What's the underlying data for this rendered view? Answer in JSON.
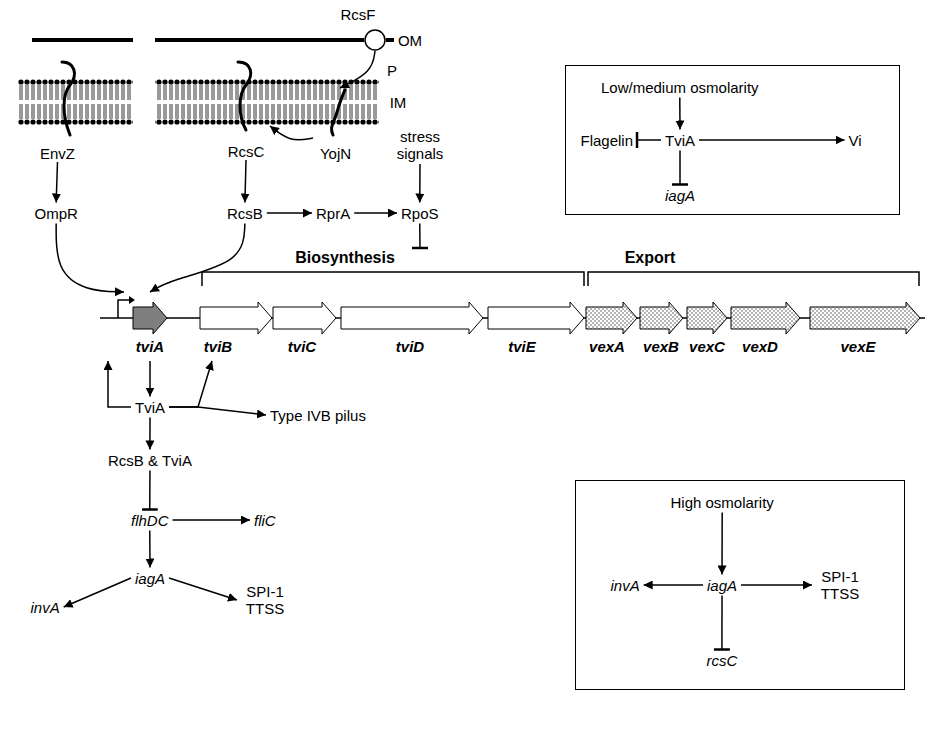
{
  "diagram": {
    "nodes": [
      {
        "text": [
          "RcsF"
        ]
      },
      {
        "text": [
          "EnvZ"
        ]
      },
      {
        "text": [
          "RcsC"
        ]
      },
      {
        "text": [
          "YojN"
        ]
      },
      {
        "text": [
          "stress signals"
        ]
      },
      {
        "text": [
          "OmpR"
        ]
      },
      {
        "text": [
          "RcsB"
        ]
      },
      {
        "text": [
          "RprA"
        ]
      },
      {
        "text": [
          "RpoS"
        ]
      },
      {
        "text": [
          "Biosynthesis"
        ]
      },
      {
        "text": [
          "Export"
        ]
      },
      {
        "text": [
          "tviA"
        ]
      },
      {
        "text": [
          "tviB"
        ]
      },
      {
        "text": [
          "tviC"
        ]
      },
      {
        "text": [
          "tviD"
        ]
      },
      {
        "text": [
          "tviE"
        ]
      },
      {
        "text": [
          "vexA"
        ]
      },
      {
        "text": [
          "vexB"
        ]
      },
      {
        "text": [
          "vexC"
        ]
      },
      {
        "text": [
          "vexD"
        ]
      },
      {
        "text": [
          "vexE"
        ]
      },
      {
        "text": [
          "TviA"
        ]
      },
      {
        "text": [
          "Type IVB pilus"
        ]
      },
      {
        "text": [
          "RcsB & TviA"
        ]
      },
      {
        "text": [
          "flhDC"
        ]
      },
      {
        "text": [
          "fliC"
        ]
      },
      {
        "text": [
          "invA"
        ]
      },
      {
        "text": [
          "iagA"
        ]
      },
      {
        "text": [
          "SPI-1 TTSS"
        ]
      },
      {
        "text": []
      },
      {
        "text": [
          "Low/medium osmolarity"
        ],
        "in": 29
      },
      {
        "text": [
          "Flagelin"
        ],
        "in": 29
      },
      {
        "text": [
          "TviA"
        ],
        "in": 29
      },
      {
        "text": [
          "Vi"
        ],
        "in": 29
      },
      {
        "text": [
          "iagA"
        ],
        "in": 29
      },
      {
        "text": []
      },
      {
        "text": [
          "High osmolarity"
        ],
        "in": 35
      },
      {
        "text": [
          "invA"
        ],
        "in": 35
      },
      {
        "text": [
          "iagA"
        ],
        "in": 35
      },
      {
        "text": [
          "SPI-1 TTSS"
        ],
        "in": 35
      },
      {
        "text": [
          "rcsC"
        ],
        "in": 35
      }
    ],
    "edges": [
      {
        "from": 0,
        "to": 3,
        "arrow": "to"
      },
      {
        "from": 3,
        "to": 2,
        "arrow": "to"
      },
      {
        "from": 1,
        "to": 5,
        "arrow": "to"
      },
      {
        "from": 2,
        "to": 6,
        "arrow": "to"
      },
      {
        "from": 6,
        "to": 7,
        "arrow": "to"
      },
      {
        "from": 7,
        "to": 8,
        "arrow": "to"
      },
      {
        "from": 4,
        "to": 8,
        "arrow": "to"
      },
      {
        "from": 8,
        "to": 9,
        "arrow": "to"
      },
      {
        "from": 5,
        "to": 11,
        "arrow": "to"
      },
      {
        "from": 6,
        "to": 11,
        "arrow": "to"
      },
      {
        "from": 11,
        "to": 21,
        "arrow": "to"
      },
      {
        "from": 21,
        "to": 11,
        "arrow": "to"
      },
      {
        "from": 21,
        "to": 12,
        "arrow": "to"
      },
      {
        "from": 21,
        "to": 22,
        "arrow": "to"
      },
      {
        "from": 21,
        "to": 23,
        "arrow": "to"
      },
      {
        "from": 23,
        "to": 24,
        "arrow": "to"
      },
      {
        "from": 24,
        "to": 25,
        "arrow": "to"
      },
      {
        "from": 24,
        "to": 27,
        "arrow": "to"
      },
      {
        "from": 27,
        "to": 26,
        "arrow": "to"
      },
      {
        "from": 27,
        "to": 28,
        "arrow": "to"
      },
      {
        "from": 30,
        "to": 32,
        "arrow": "to"
      },
      {
        "from": 32,
        "to": 31,
        "arrow": "to"
      },
      {
        "from": 32,
        "to": 33,
        "arrow": "to"
      },
      {
        "from": 32,
        "to": 34,
        "arrow": "to"
      },
      {
        "from": 36,
        "to": 38,
        "arrow": "to"
      },
      {
        "from": 38,
        "to": 37,
        "arrow": "to"
      },
      {
        "from": 38,
        "to": 39,
        "arrow": "to"
      },
      {
        "from": 38,
        "to": 40,
        "arrow": "to"
      }
    ],
    "labels": [
      "OM",
      "P",
      "IM"
    ]
  }
}
